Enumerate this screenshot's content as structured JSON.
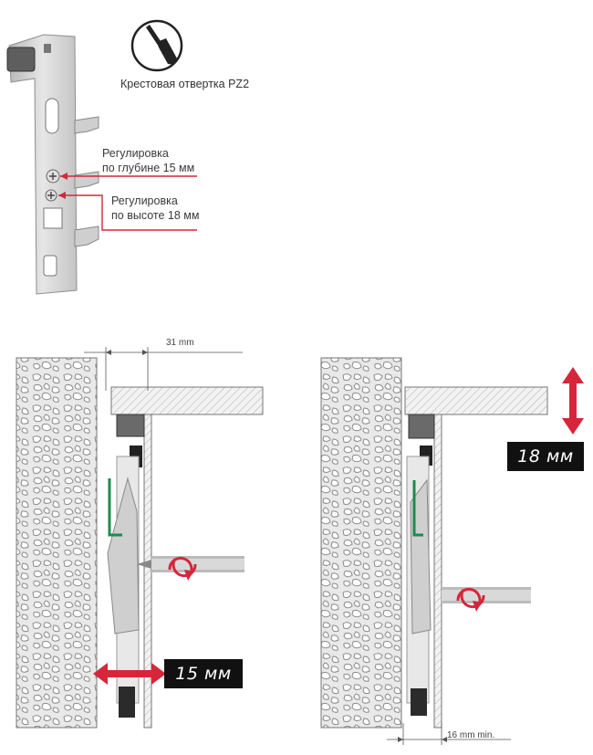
{
  "tool": {
    "label": "Крестовая отвертка PZ2",
    "icon": "screwdriver-icon"
  },
  "adjust_depth": {
    "line1": "Регулировка",
    "line2": "по глубине 15 мм"
  },
  "adjust_height": {
    "line1": "Регулировка",
    "line2": "по высоте 18 мм"
  },
  "left_figure": {
    "dimension": "31 mm",
    "badge": "15 мм"
  },
  "right_figure": {
    "dimension": "16 mm min.",
    "badge": "18 мм"
  },
  "colors": {
    "accent_red": "#d6263a",
    "green": "#1f8a4c",
    "badge_bg": "#111111"
  }
}
